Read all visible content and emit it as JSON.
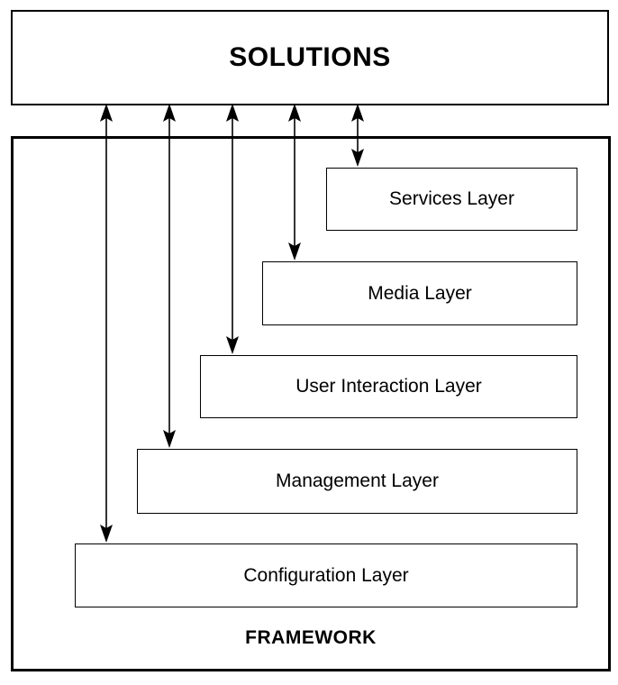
{
  "diagram": {
    "solutions_label": "SOLUTIONS",
    "framework_label": "FRAMEWORK",
    "layers": [
      {
        "id": "services",
        "label": "Services Layer"
      },
      {
        "id": "media",
        "label": "Media Layer"
      },
      {
        "id": "user-interaction",
        "label": "User Interaction Layer"
      },
      {
        "id": "management",
        "label": "Management Layer"
      },
      {
        "id": "configuration",
        "label": "Configuration Layer"
      }
    ],
    "arrows": {
      "count": 5,
      "style": "bidirectional-vertical",
      "connects": "SOLUTIONS to each layer"
    },
    "colors": {
      "line": "#000000",
      "text": "#000000",
      "background": "#ffffff"
    }
  }
}
